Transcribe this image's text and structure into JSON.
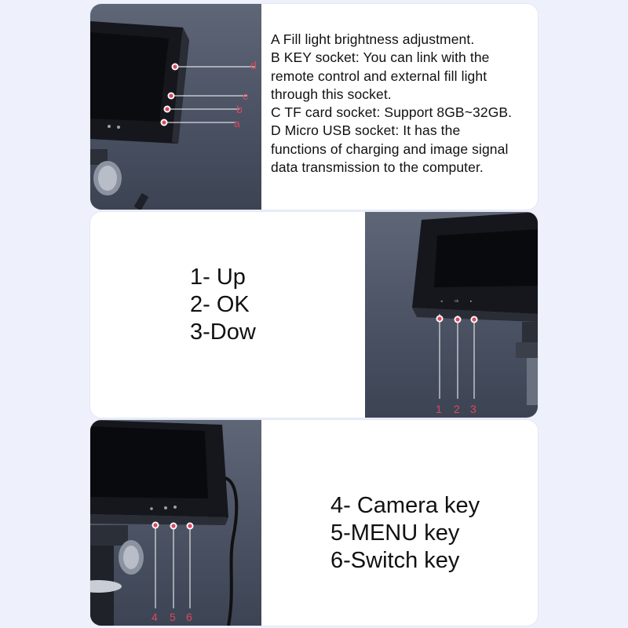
{
  "top": {
    "lines": [
      "A Fill light brightness adjustment.",
      "B KEY socket: You can link with the",
      "remote control and external fill light",
      "through this socket.",
      "C TF card socket: Support 8GB~32GB.",
      "D Micro USB socket: It has the",
      "functions of charging and image signal",
      "data transmission to the computer."
    ],
    "markers": [
      "d",
      "c",
      "b",
      "a"
    ]
  },
  "middle": {
    "lines": [
      "1- Up",
      "2- OK",
      "3-Dow"
    ],
    "markers": [
      "1",
      "2",
      "3"
    ],
    "button_glyphs": [
      "◂",
      "ok",
      "▸"
    ]
  },
  "bottom": {
    "lines": [
      "4- Camera key",
      "5-MENU key",
      "6-Switch key"
    ],
    "markers": [
      "4",
      "5",
      "6"
    ]
  },
  "colors": {
    "marker": "#e0465c",
    "photo_bg": "#4f5768",
    "device": "#15171c"
  }
}
